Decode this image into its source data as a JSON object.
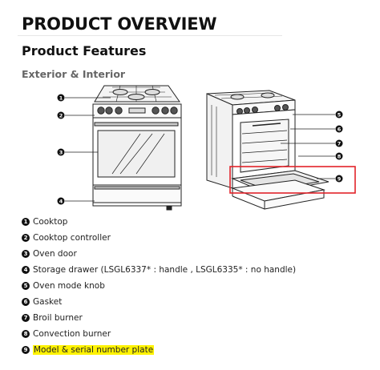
{
  "page": {
    "title": "PRODUCT OVERVIEW",
    "section": "Product Features",
    "subsection": "Exterior & Interior"
  },
  "diagram": {
    "callouts_left": [
      "1",
      "2",
      "3",
      "4"
    ],
    "callouts_right": [
      "5",
      "6",
      "7",
      "8",
      "9"
    ],
    "highlight_color": "#e2232a"
  },
  "features": [
    {
      "num": "1",
      "label": "Cooktop",
      "highlighted": false
    },
    {
      "num": "2",
      "label": "Cooktop controller",
      "highlighted": false
    },
    {
      "num": "3",
      "label": "Oven door",
      "highlighted": false
    },
    {
      "num": "4",
      "label": "Storage drawer (LSGL6337* : handle , LSGL6335* : no handle)",
      "highlighted": false
    },
    {
      "num": "5",
      "label": "Oven mode knob",
      "highlighted": false
    },
    {
      "num": "6",
      "label": "Gasket",
      "highlighted": false
    },
    {
      "num": "7",
      "label": "Broil burner",
      "highlighted": false
    },
    {
      "num": "8",
      "label": "Convection burner",
      "highlighted": false
    },
    {
      "num": "9",
      "label": "Model & serial number plate",
      "highlighted": true
    }
  ],
  "colors": {
    "highlight": "#fff200",
    "callout_box": "#e2232a"
  }
}
